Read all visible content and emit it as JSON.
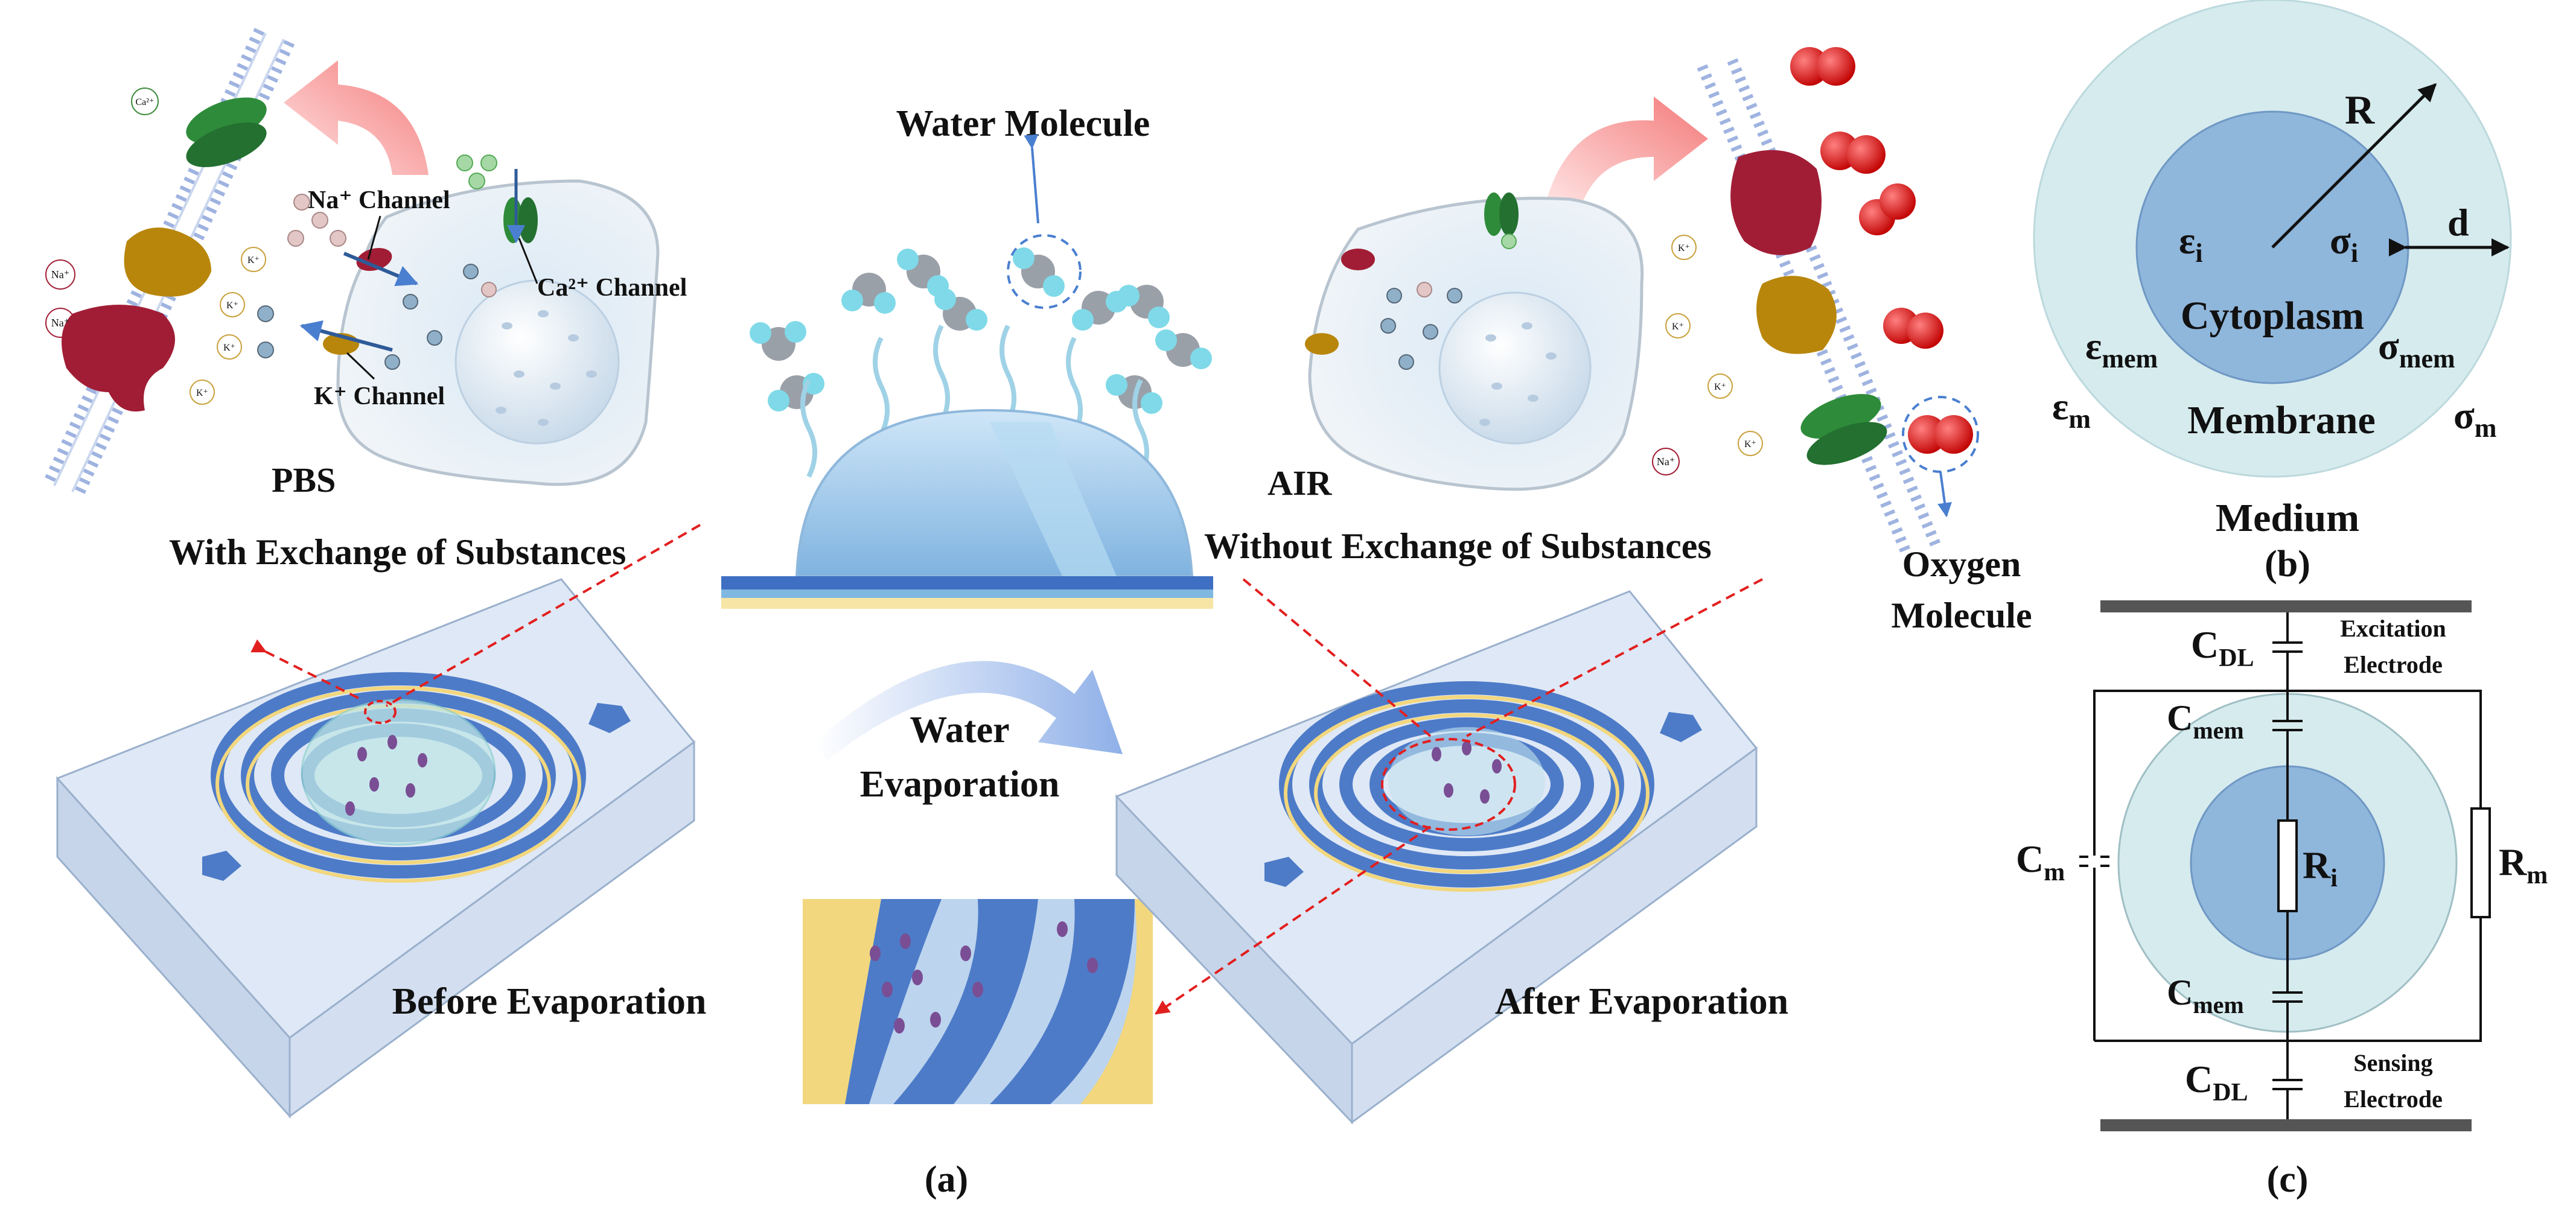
{
  "panel_a": {
    "caption": "(a)",
    "left": {
      "medium": "PBS",
      "title": "With Exchange of Substances",
      "na_channel": "Na⁺ Channel",
      "ca_channel": "Ca²⁺ Channel",
      "k_channel": "K⁺ Channel",
      "ion_ca": "Ca²⁺",
      "ion_na": "Na⁺",
      "ion_k": "K⁺",
      "device_label": "Before Evaporation"
    },
    "center": {
      "water_molecule": "Water Molecule",
      "evap_line1": "Water",
      "evap_line2": "Evaporation"
    },
    "right": {
      "medium": "AIR",
      "title": "Without Exchange of Substances",
      "oxygen_line1": "Oxygen",
      "oxygen_line2": "Molecule",
      "ion_na": "Na⁺",
      "ion_k": "K⁺",
      "device_label": "After Evaporation"
    }
  },
  "panel_b": {
    "caption": "(b)",
    "R": "R",
    "d": "d",
    "eps_i": "ε",
    "eps_i_sub": "i",
    "sigma_i": "σ",
    "sigma_i_sub": "i",
    "cytoplasm": "Cytoplasm",
    "eps_mem": "ε",
    "eps_mem_sub": "mem",
    "sigma_mem": "σ",
    "sigma_mem_sub": "mem",
    "eps_m": "ε",
    "eps_m_sub": "m",
    "sigma_m": "σ",
    "sigma_m_sub": "m",
    "membrane": "Membrane",
    "medium": "Medium"
  },
  "panel_c": {
    "caption": "(c)",
    "cdl_top": "C",
    "cdl_top_sub": "DL",
    "excitation_line1": "Excitation",
    "excitation_line2": "Electrode",
    "cmem_top": "C",
    "cmem_top_sub": "mem",
    "cm": "C",
    "cm_sub": "m",
    "ri": "R",
    "ri_sub": "i",
    "rm": "R",
    "rm_sub": "m",
    "cmem_bottom": "C",
    "cmem_bottom_sub": "mem",
    "cdl_bottom": "C",
    "cdl_bottom_sub": "DL",
    "sensing_line1": "Sensing",
    "sensing_line2": "Electrode"
  },
  "colors": {
    "membrane_fill": "#d6ebee",
    "cytoplasm_fill": "#8fb6db",
    "electrode_blue": "#4d7bc8",
    "electrode_gold": "#f2d77e",
    "channel_green": "#2e8b3a",
    "channel_red": "#a11d35",
    "channel_gold": "#b8860b",
    "oxygen_red": "#e00000",
    "dashed_red": "#e21f1f"
  }
}
